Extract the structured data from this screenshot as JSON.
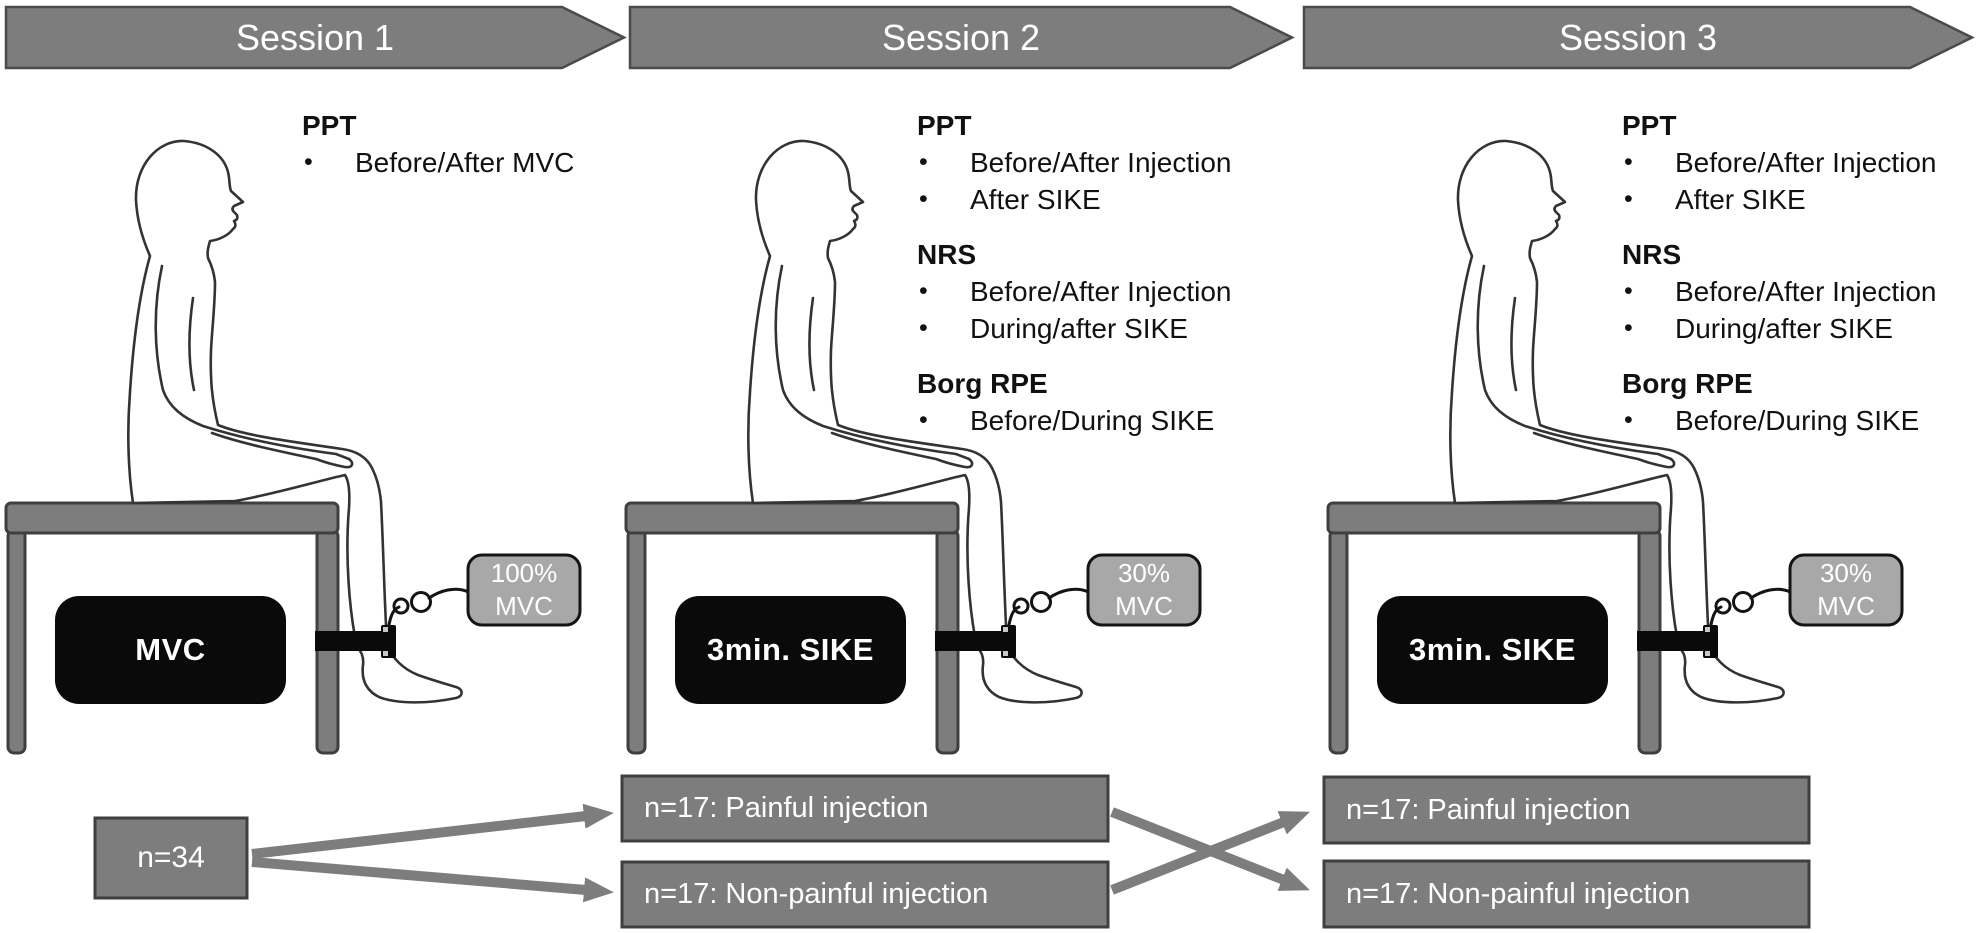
{
  "ui": {
    "bullet": "•"
  },
  "colors": {
    "shape_gray": "#7d7d7d",
    "outline_dark": "#3f3f3f",
    "banner_outline": "#4a4a4a",
    "ink_black": "#0a0a0a",
    "intensity_fill": "#a8a8a8",
    "line_color": "#333333",
    "text_white": "#ffffff"
  },
  "sessions": [
    {
      "banner": "Session 1",
      "exercise": "MVC",
      "intensity_lines": [
        "100%",
        "MVC"
      ],
      "measures": [
        {
          "title": "PPT",
          "items": [
            "Before/After MVC"
          ]
        }
      ]
    },
    {
      "banner": "Session 2",
      "exercise": "3min. SIKE",
      "intensity_lines": [
        "30%",
        "MVC"
      ],
      "measures": [
        {
          "title": "PPT",
          "items": [
            "Before/After Injection",
            "After SIKE"
          ]
        },
        {
          "title": "NRS",
          "items": [
            "Before/After Injection",
            "During/after SIKE"
          ]
        },
        {
          "title": "Borg RPE",
          "items": [
            "Before/During SIKE"
          ]
        }
      ]
    },
    {
      "banner": "Session 3",
      "exercise": "3min. SIKE",
      "intensity_lines": [
        "30%",
        "MVC"
      ],
      "measures": [
        {
          "title": "PPT",
          "items": [
            "Before/After Injection",
            "After SIKE"
          ]
        },
        {
          "title": "NRS",
          "items": [
            "Before/After Injection",
            "During/after SIKE"
          ]
        },
        {
          "title": "Borg RPE",
          "items": [
            "Before/During SIKE"
          ]
        }
      ]
    }
  ],
  "flow": {
    "start": "n=34",
    "session2_groups": [
      "n=17: Painful injection",
      "n=17: Non-painful injection"
    ],
    "session3_groups": [
      "n=17: Painful injection",
      "n=17: Non-painful injection"
    ]
  }
}
